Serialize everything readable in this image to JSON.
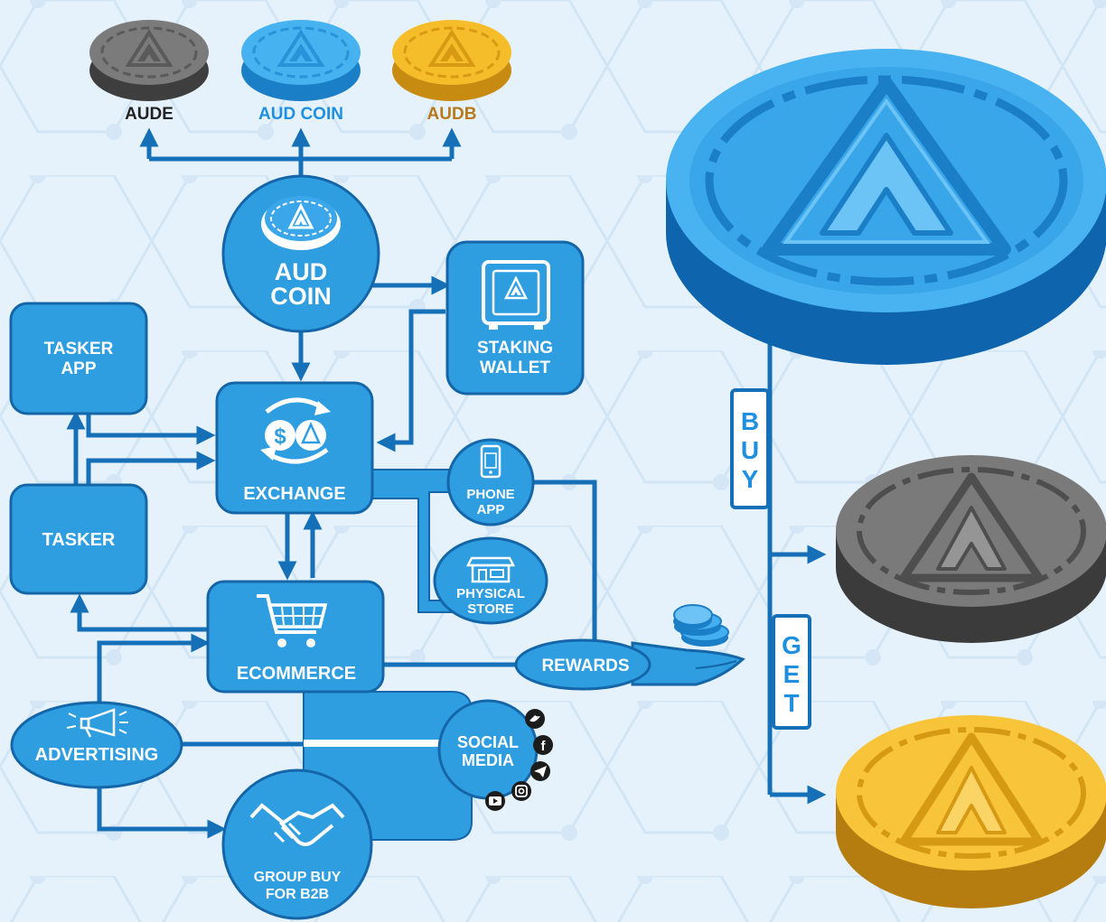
{
  "colors": {
    "background": "#e6f2fb",
    "hex_pattern": "#cfe3f3",
    "node_fill": "#2f9ee0",
    "node_dark": "#1673ba",
    "node_border": "#1466a8",
    "arrow": "#1670b8",
    "text_white": "#ffffff",
    "coin_blue": "#43aef0",
    "coin_gray": "#6f6f6f",
    "coin_gold": "#f3b925",
    "label_aude": "#222222",
    "label_audcoin": "#1f8fe0",
    "label_audb": "#b8791b"
  },
  "top_coins": {
    "aude": "AUDE",
    "audcoin": "AUD COIN",
    "audb": "AUDB"
  },
  "nodes": {
    "audcoin_line1": "AUD",
    "audcoin_line2": "COIN",
    "staking_line1": "STAKING",
    "staking_line2": "WALLET",
    "tasker_app_line1": "TASKER",
    "tasker_app_line2": "APP",
    "exchange": "EXCHANGE",
    "tasker": "TASKER",
    "phone_app_line1": "PHONE",
    "phone_app_line2": "APP",
    "store_line1": "PHYSICAL",
    "store_line2": "STORE",
    "ecommerce": "ECOMMERCE",
    "rewards": "REWARDS",
    "advertising": "ADVERTISING",
    "social_line1": "SOCIAL",
    "social_line2": "MEDIA",
    "group_line1": "GROUP BUY",
    "group_line2": "FOR B2B"
  },
  "side": {
    "buy": [
      "B",
      "U",
      "Y"
    ],
    "get": [
      "G",
      "E",
      "T"
    ]
  },
  "icons": {
    "coin": "coin-icon",
    "exchange": "exchange-icon",
    "safe": "safe-icon",
    "phone": "phone-icon",
    "store": "store-icon",
    "cart": "shopping-cart-icon",
    "megaphone": "megaphone-icon",
    "handshake": "handshake-icon",
    "hand": "hand-coins-icon",
    "social": [
      "twitter-icon",
      "facebook-icon",
      "telegram-icon",
      "instagram-icon",
      "youtube-icon"
    ]
  }
}
